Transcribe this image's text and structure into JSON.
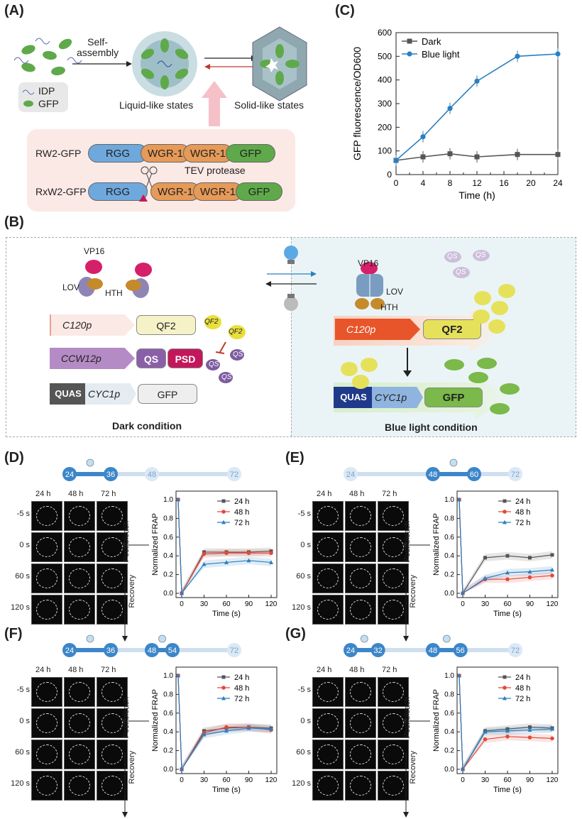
{
  "panel_labels": {
    "A": "(A)",
    "B": "(B)",
    "C": "(C)",
    "D": "(D)",
    "E": "(E)",
    "F": "(F)",
    "G": "(G)"
  },
  "panelA": {
    "self_assembly": "Self-\nassembly",
    "legend_idp": "IDP",
    "legend_gfp": "GFP",
    "liquid": "Liquid-like states",
    "solid": "Solid-like states",
    "rw2_label": "RW2-GFP",
    "rxw2_label": "RxW2-GFP",
    "rgg": "RGG",
    "wgr1": "WGR-1",
    "gfp": "GFP",
    "tev": "TEV protease"
  },
  "panelB": {
    "vp16": "VP16",
    "lov": "LOV",
    "hth": "HTH",
    "c120p": "C120p",
    "qf2": "QF2",
    "ccw12p": "CCW12p",
    "qs": "QS",
    "psd": "PSD",
    "quas": "QUAS",
    "cyc1p": "CYC1p",
    "gfp": "GFP",
    "dark": "Dark condition",
    "blue": "Blue light condition"
  },
  "chart_data": [
    {
      "panel": "C",
      "type": "line",
      "xlabel": "Time (h)",
      "ylabel": "GFP fluorescence/OD600",
      "xlim": [
        0,
        24
      ],
      "ylim": [
        0,
        600
      ],
      "xticks": [
        "0",
        "2",
        "4",
        "6",
        "8",
        "10",
        "12",
        "14",
        "16",
        "18",
        "20",
        "22",
        "24"
      ],
      "yticks": [
        "0",
        "100",
        "200",
        "300",
        "400",
        "500",
        "600"
      ],
      "series": [
        {
          "name": "Dark",
          "color": "#555555",
          "x": [
            0,
            4,
            8,
            12,
            18,
            24
          ],
          "y": [
            60,
            75,
            88,
            75,
            85,
            85
          ]
        },
        {
          "name": "Blue light",
          "color": "#2a7fc0",
          "x": [
            0,
            4,
            8,
            12,
            18,
            24
          ],
          "y": [
            60,
            160,
            280,
            395,
            500,
            510
          ]
        }
      ]
    },
    {
      "panel": "D",
      "type": "line",
      "xlabel": "Time (s)",
      "ylabel": "Normalized FRAP",
      "xlim": [
        0,
        120
      ],
      "ylim": [
        0,
        1.0
      ],
      "series": [
        {
          "name": "24 h",
          "color": "#555555",
          "x": [
            -5,
            0,
            30,
            60,
            90,
            120
          ],
          "y": [
            1.0,
            0.0,
            0.44,
            0.44,
            0.44,
            0.45
          ]
        },
        {
          "name": "48 h",
          "color": "#e04a3a",
          "x": [
            -5,
            0,
            30,
            60,
            90,
            120
          ],
          "y": [
            1.0,
            0.0,
            0.42,
            0.43,
            0.43,
            0.43
          ]
        },
        {
          "name": "72 h",
          "color": "#2a7fc0",
          "x": [
            -5,
            0,
            30,
            60,
            90,
            120
          ],
          "y": [
            1.0,
            0.0,
            0.31,
            0.33,
            0.35,
            0.33
          ]
        }
      ],
      "timeline": {
        "active": [
          "24",
          "36"
        ],
        "inactive": [
          "48",
          "72"
        ]
      }
    },
    {
      "panel": "E",
      "type": "line",
      "xlabel": "Time (s)",
      "ylabel": "Normalized FRAP",
      "xlim": [
        0,
        120
      ],
      "ylim": [
        0,
        1.0
      ],
      "series": [
        {
          "name": "24 h",
          "color": "#555555",
          "x": [
            -5,
            0,
            30,
            60,
            90,
            120
          ],
          "y": [
            1.0,
            0.0,
            0.38,
            0.4,
            0.38,
            0.41
          ]
        },
        {
          "name": "48 h",
          "color": "#e04a3a",
          "x": [
            -5,
            0,
            30,
            60,
            90,
            120
          ],
          "y": [
            1.0,
            0.0,
            0.15,
            0.15,
            0.17,
            0.19
          ]
        },
        {
          "name": "72 h",
          "color": "#2a7fc0",
          "x": [
            -5,
            0,
            30,
            60,
            90,
            120
          ],
          "y": [
            1.0,
            0.0,
            0.16,
            0.22,
            0.23,
            0.25
          ]
        }
      ],
      "timeline": {
        "active": [
          "48",
          "60"
        ],
        "inactive": [
          "24",
          "72"
        ]
      }
    },
    {
      "panel": "F",
      "type": "line",
      "xlabel": "Time (s)",
      "ylabel": "Normalized FRAP",
      "xlim": [
        0,
        120
      ],
      "ylim": [
        0,
        1.0
      ],
      "series": [
        {
          "name": "24 h",
          "color": "#555555",
          "x": [
            -5,
            0,
            30,
            60,
            90,
            120
          ],
          "y": [
            1.0,
            0.0,
            0.41,
            0.44,
            0.45,
            0.44
          ]
        },
        {
          "name": "48 h",
          "color": "#e04a3a",
          "x": [
            -5,
            0,
            30,
            60,
            90,
            120
          ],
          "y": [
            1.0,
            0.0,
            0.39,
            0.45,
            0.45,
            0.42
          ]
        },
        {
          "name": "72 h",
          "color": "#2a7fc0",
          "x": [
            -5,
            0,
            30,
            60,
            90,
            120
          ],
          "y": [
            1.0,
            0.0,
            0.37,
            0.41,
            0.44,
            0.43
          ]
        }
      ],
      "timeline": {
        "active": [
          "24",
          "36",
          "48",
          "54"
        ],
        "inactive": [
          "72"
        ]
      }
    },
    {
      "panel": "G",
      "type": "line",
      "xlabel": "Time (s)",
      "ylabel": "Normalized FRAP",
      "xlim": [
        0,
        120
      ],
      "ylim": [
        0,
        1.0
      ],
      "series": [
        {
          "name": "24 h",
          "color": "#555555",
          "x": [
            -5,
            0,
            30,
            60,
            90,
            120
          ],
          "y": [
            1.0,
            0.0,
            0.41,
            0.43,
            0.45,
            0.44
          ]
        },
        {
          "name": "48 h",
          "color": "#e04a3a",
          "x": [
            -5,
            0,
            30,
            60,
            90,
            120
          ],
          "y": [
            1.0,
            0.0,
            0.32,
            0.35,
            0.34,
            0.33
          ]
        },
        {
          "name": "72 h",
          "color": "#2a7fc0",
          "x": [
            -5,
            0,
            30,
            60,
            90,
            120
          ],
          "y": [
            1.0,
            0.0,
            0.4,
            0.41,
            0.42,
            0.43
          ]
        }
      ],
      "timeline": {
        "active": [
          "24",
          "32",
          "48",
          "56"
        ],
        "inactive": [
          "72"
        ]
      }
    }
  ],
  "micro": {
    "cols": [
      "24 h",
      "48 h",
      "72 h"
    ],
    "rows": [
      "-5 s",
      "0 s",
      "60 s",
      "120 s"
    ],
    "post_bleach": "Post-bleach",
    "recovery": "Recovery"
  },
  "frap_axis": {
    "xticks": [
      "0",
      "30",
      "60",
      "90",
      "120"
    ],
    "yticks": [
      "0.0",
      "0.2",
      "0.4",
      "0.6",
      "0.8",
      "1.0"
    ]
  }
}
